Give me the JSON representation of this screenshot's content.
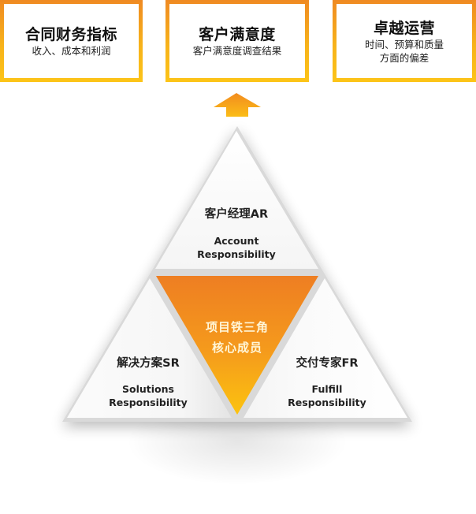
{
  "top_boxes": [
    {
      "title": "合同财务指标",
      "subtitle_lines": [
        "收入、成本和利润"
      ]
    },
    {
      "title": "客户满意度",
      "subtitle_lines": [
        "客户满意度调查结果"
      ]
    },
    {
      "title": "卓越运营",
      "subtitle_lines": [
        "时间、预算和质量",
        "方面的偏差"
      ]
    }
  ],
  "arrow": {
    "icon": "up-arrow-icon",
    "color": "#f7a21a"
  },
  "triangles": {
    "top": {
      "cn": "客户经理AR",
      "en_lines": [
        "Account",
        "Responsibility"
      ]
    },
    "left": {
      "cn": "解决方案SR",
      "en_lines": [
        "Solutions",
        "Responsibility"
      ]
    },
    "right": {
      "cn": "交付专家FR",
      "en_lines": [
        "Fulfill",
        "Responsibility"
      ]
    },
    "center": {
      "lines": [
        "项目铁三角",
        "核心成员"
      ]
    }
  },
  "colors": {
    "orange_top": "#ee7f22",
    "orange_bottom": "#fcc10f",
    "triangle_fill": "#f7f7f7",
    "text_dark": "#222222"
  }
}
